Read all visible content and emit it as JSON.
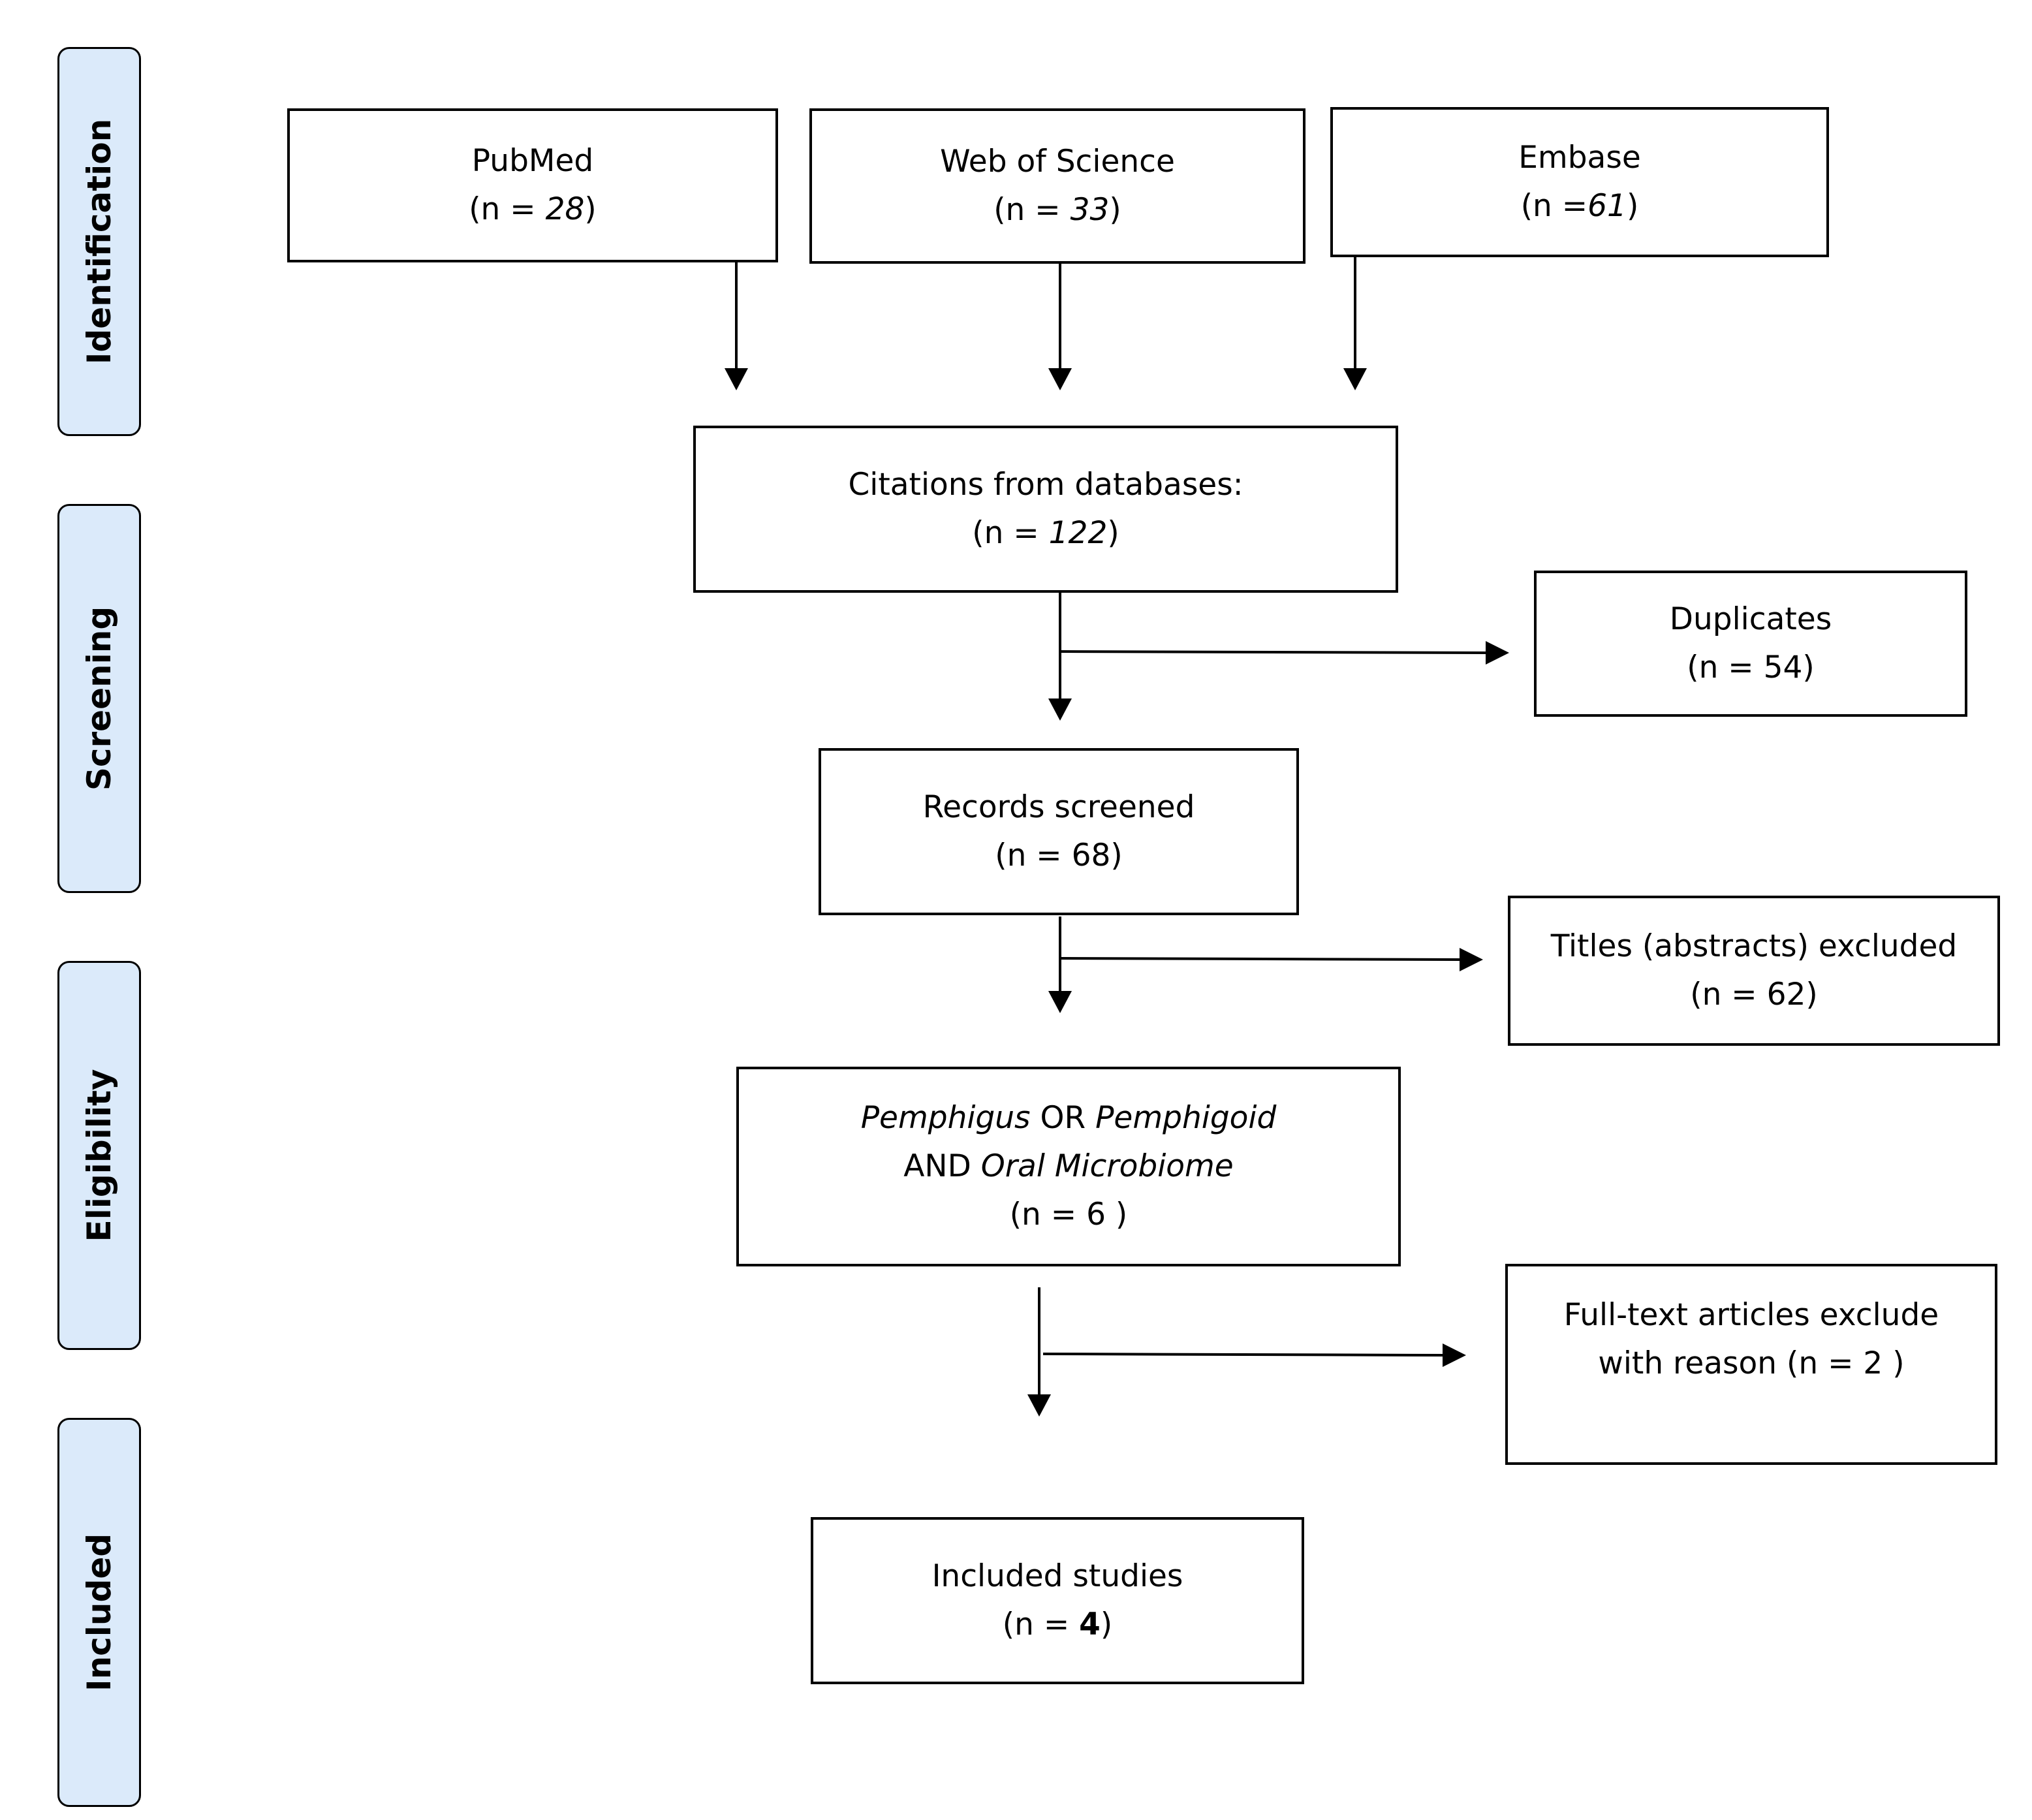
{
  "phases": [
    {
      "label": "Identification"
    },
    {
      "label": "Screening"
    },
    {
      "label": "Eligibility"
    },
    {
      "label": "Included"
    }
  ],
  "boxes": {
    "pubmed": {
      "title": "PubMed",
      "count": "28"
    },
    "wos": {
      "title": "Web of Science",
      "count": "33"
    },
    "embase": {
      "title": "Embase",
      "count": "61"
    },
    "citations": {
      "title": "Citations from databases:",
      "count": "122"
    },
    "duplicates": {
      "title": "Duplicates",
      "count_text": "(n = 54)"
    },
    "screened": {
      "title": "Records screened",
      "count_text": "(n = 68)"
    },
    "titles_excluded": {
      "title": "Titles (abstracts) excluded",
      "count_text": "(n = 62)"
    },
    "eligibility": {
      "term1": "Pemphigus",
      "op1": "OR",
      "term2": "Pemphigoid",
      "op2": "AND",
      "term3": "Oral Microbiome",
      "count_text": "(n = 6 )"
    },
    "fulltext_excluded": {
      "line1": "Full-text articles exclude",
      "line2": "with reason (n = 2 )"
    },
    "included": {
      "title": "Included studies",
      "count": "4"
    }
  }
}
